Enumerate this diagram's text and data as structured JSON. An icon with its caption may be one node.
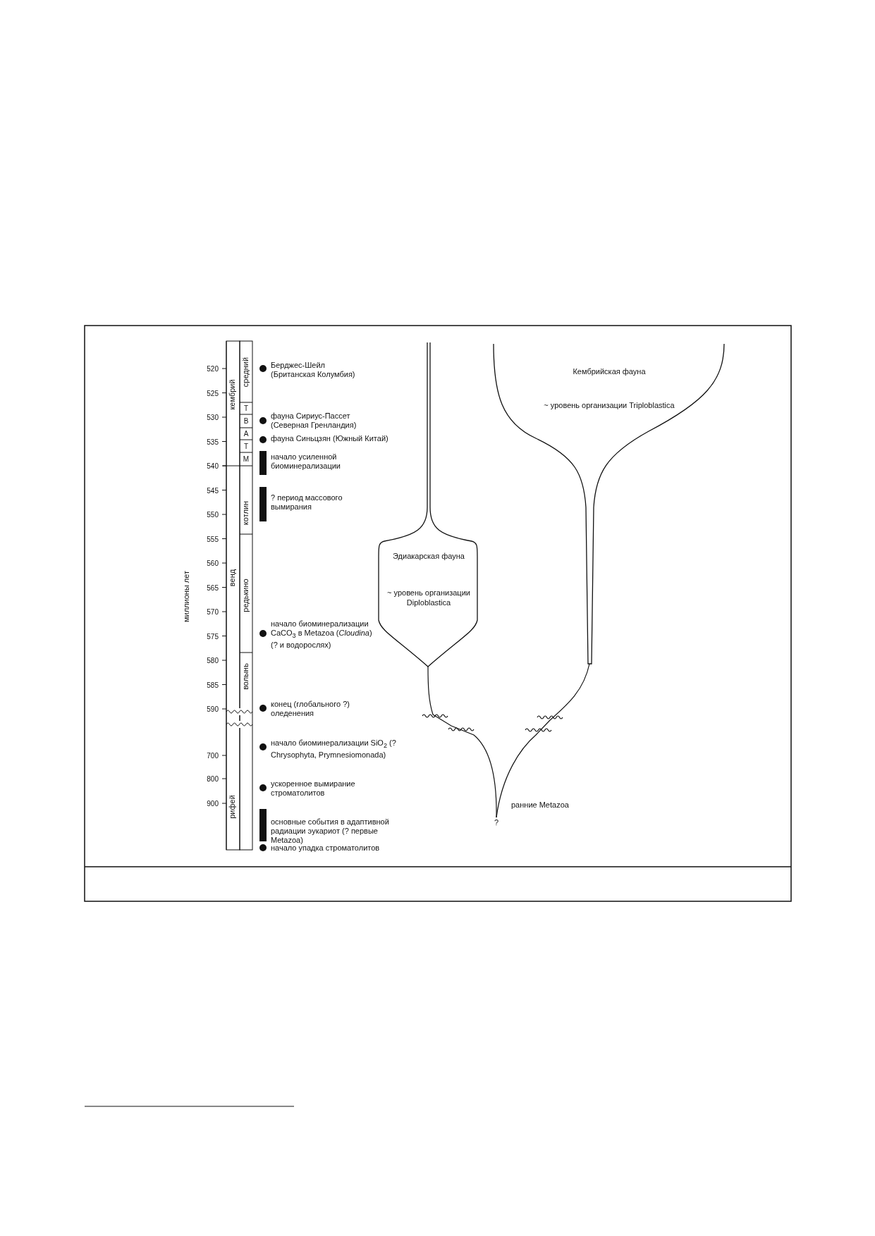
{
  "diagram": {
    "nodes": [
      {
        "text": [
          "Эдиакарская фауна",
          "~ уровень организации Diploblastica"
        ]
      },
      {
        "text": [
          "Кембрийская фауна",
          "~ уровень организации Triploblastica"
        ]
      },
      {
        "text": [
          "?"
        ],
        "beside": [
          "ранние Metazoa"
        ]
      }
    ],
    "edges": [
      {
        "from": 2,
        "to": 0,
        "arrow": "none"
      },
      {
        "from": 2,
        "to": 1,
        "arrow": "none"
      }
    ],
    "labels": [
      "520",
      "525",
      "530",
      "535",
      "540",
      "545",
      "550",
      "555",
      "560",
      "565",
      "570",
      "575",
      "580",
      "585",
      "590",
      "700",
      "800",
      "900",
      "миллионы лет",
      "кембрий",
      "венд",
      "рифей",
      "средний",
      "Т",
      "В",
      "А",
      "Т",
      "М",
      "котлин",
      "редькино",
      "волынь",
      "Берджес-Шейл (Британская Колумбия)",
      "фауна Сириус-Пассет (Северная Гренландия)",
      "фауна Синьцзян (Южный Китай)",
      "начало усиленной биоминерализации",
      "? период массового вымирания",
      "начало биоминерализации CaCO$_{3}$ в Metazoa (*Cloudina*) (? и водорослях)",
      "конец (глобального ?) оледенения",
      "начало биоминерализации SiO$_{2}$ (? Chrysophyta, Prymnesiomonada)",
      "ускоренное вымирание строматолитов",
      "основные события в адаптивной радиации эукариот (? первые Metazoa)",
      "начало упадка строматолитов"
    ]
  }
}
